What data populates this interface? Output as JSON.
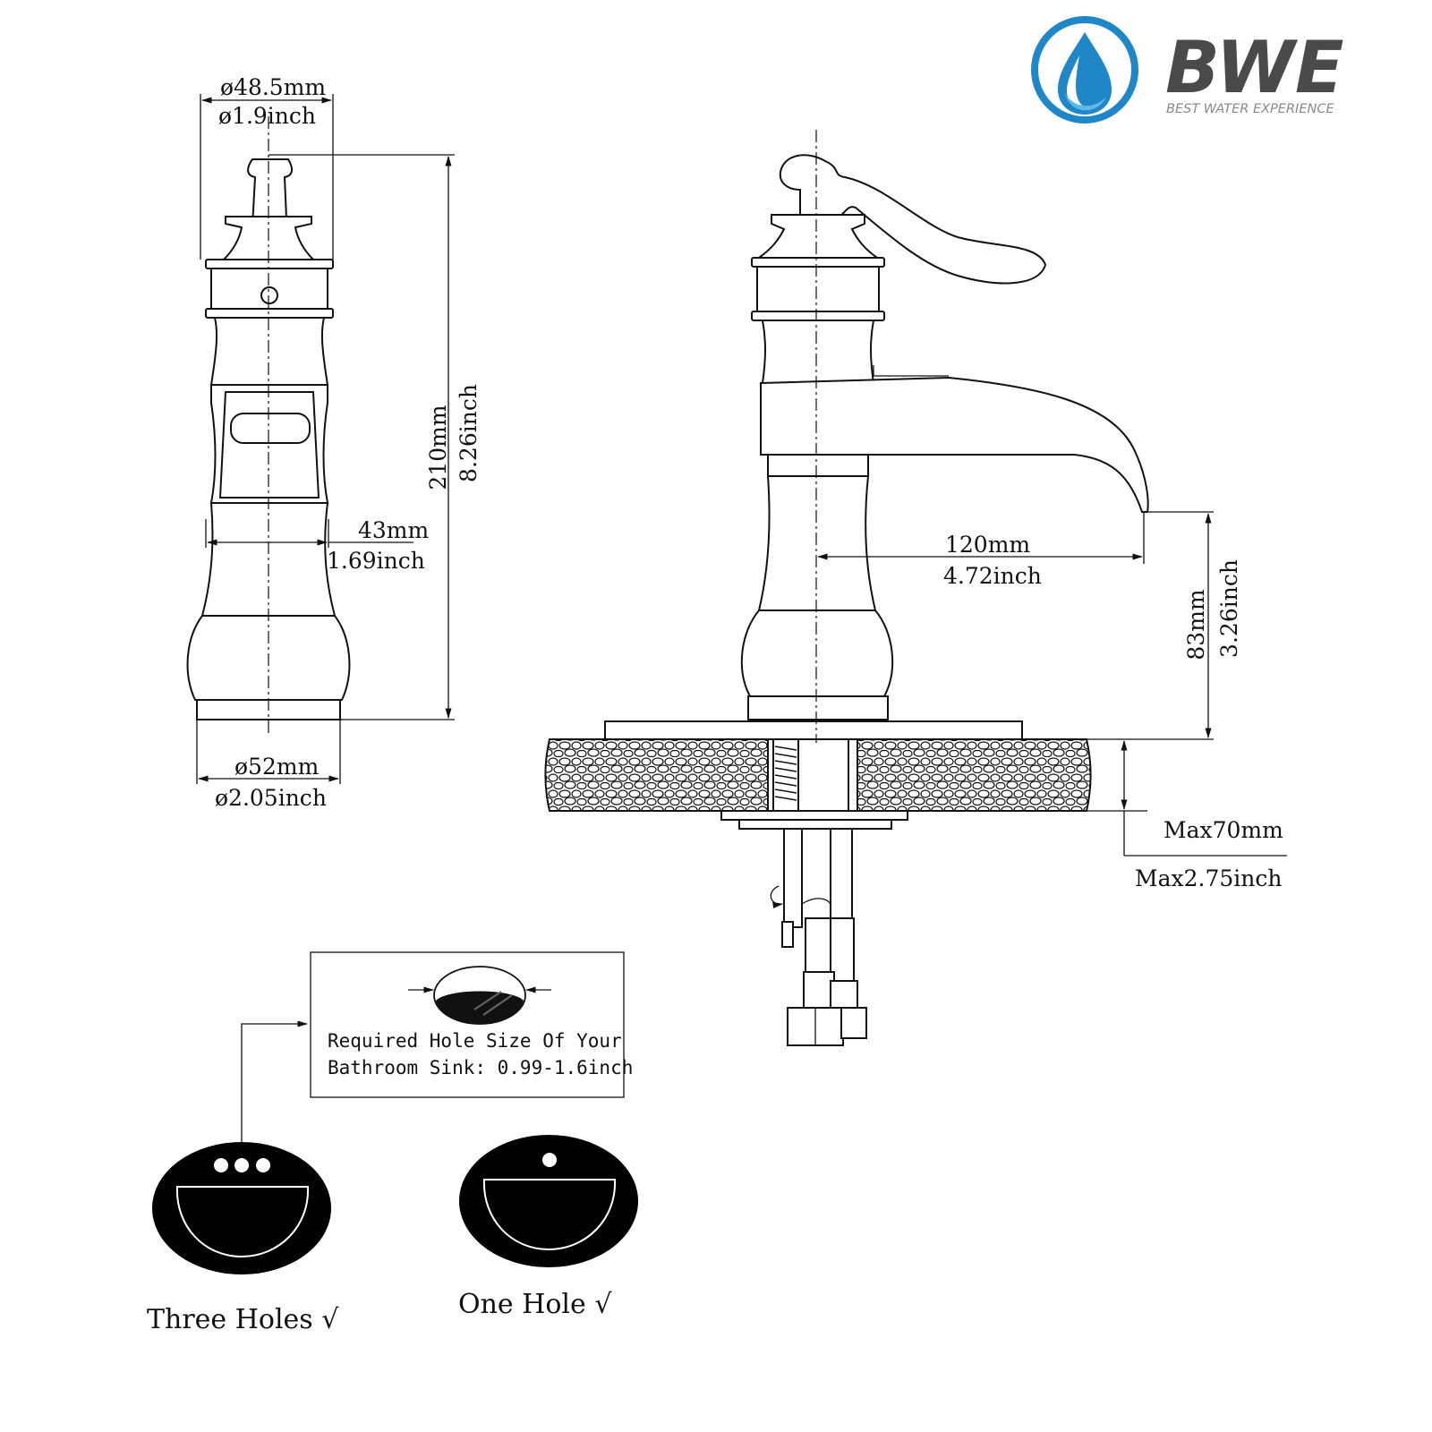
{
  "colors": {
    "logo_blue": "#1f86c8",
    "logo_light": "#5fb8e8",
    "logo_text": "#4a4a4a",
    "logo_tag": "#8a8a8a",
    "ink": "#111111"
  },
  "logo": {
    "name": "BWE",
    "tagline": "BEST WATER EXPERIENCE",
    "icon": "water-drop-icon"
  },
  "front_view": {
    "top_diameter_mm": "ø48.5mm",
    "top_diameter_inch": "ø1.9inch",
    "height_mm": "210mm",
    "height_inch": "8.26inch",
    "body_width_mm": "43mm",
    "body_width_inch": "1.69inch",
    "base_diameter_mm": "ø52mm",
    "base_diameter_inch": "ø2.05inch"
  },
  "side_view": {
    "reach_mm": "120mm",
    "reach_inch": "4.72inch",
    "spout_height_mm": "83mm",
    "spout_height_inch": "3.26inch",
    "max_deck_mm": "Max70mm",
    "max_deck_inch": "Max2.75inch"
  },
  "hole_note": {
    "line1": "Required Hole Size Of Your",
    "line2": "Bathroom Sink: 0.99-1.6inch"
  },
  "sinks": {
    "three_holes": "Three Holes √",
    "one_hole": "One Hole  √"
  }
}
